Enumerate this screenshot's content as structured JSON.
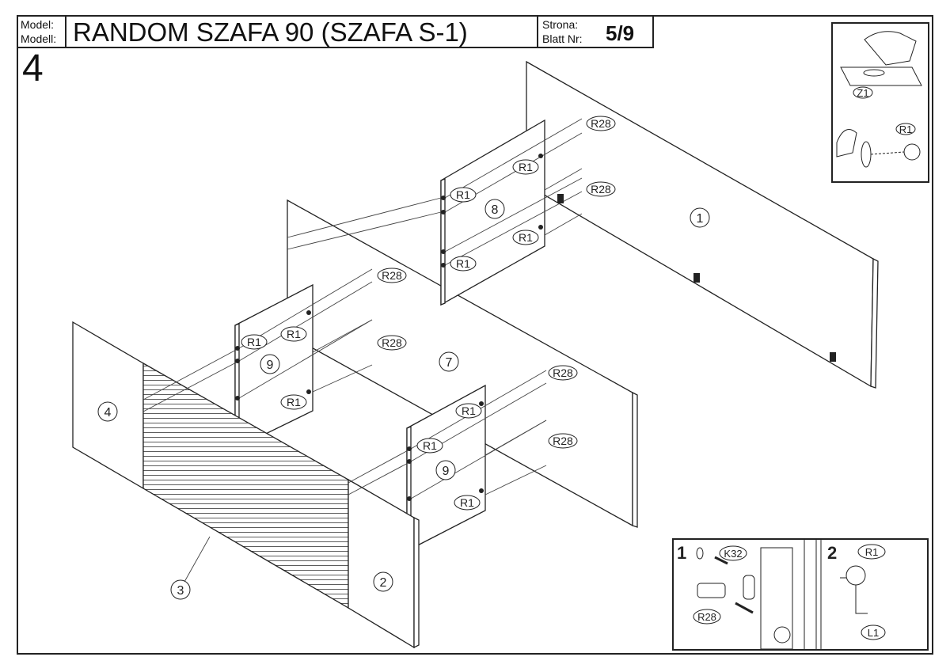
{
  "header": {
    "model_label_pl": "Model:",
    "model_label_de": "Modell:",
    "title": "RANDOM SZAFA 90 (SZAFA S-1)",
    "page_label_pl": "Strona:",
    "page_label_de": "Blatt Nr:",
    "page_number": "5/9"
  },
  "step_number": "4",
  "panels": {
    "p1": "1",
    "p2": "2",
    "p3": "3",
    "p4": "4",
    "p7": "7",
    "p8": "8",
    "p9a": "9",
    "p9b": "9"
  },
  "callouts": {
    "r28": "R28",
    "r1": "R1"
  },
  "inset_top": {
    "z1": "Z1",
    "r1": "R1"
  },
  "inset_bottom": {
    "step1": "1",
    "step2": "2",
    "k32": "K32",
    "r28": "R28",
    "r1": "R1",
    "l1": "L1"
  }
}
